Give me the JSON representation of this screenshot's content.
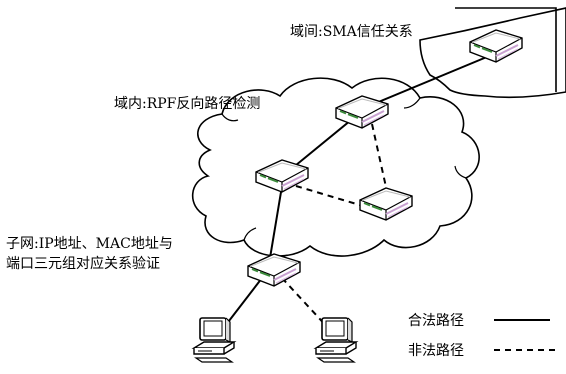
{
  "labels": {
    "inter_domain": "域间:SMA信任关系",
    "intra_domain": "域内:RPF反向路径检测",
    "subnet_line1": "子网:IP地址、MAC地址与",
    "subnet_line2": "端口三元组对应关系验证"
  },
  "legend": {
    "legal": "合法路径",
    "illegal": "非法路径"
  },
  "diagram_icons": [
    "cloud-shape",
    "router-icon",
    "computer-icon"
  ],
  "colors": {
    "line": "#000000",
    "router_top": "#f0f0f0",
    "router_accent": "#c8a0d0",
    "router_leds": "#3a8a3a"
  }
}
